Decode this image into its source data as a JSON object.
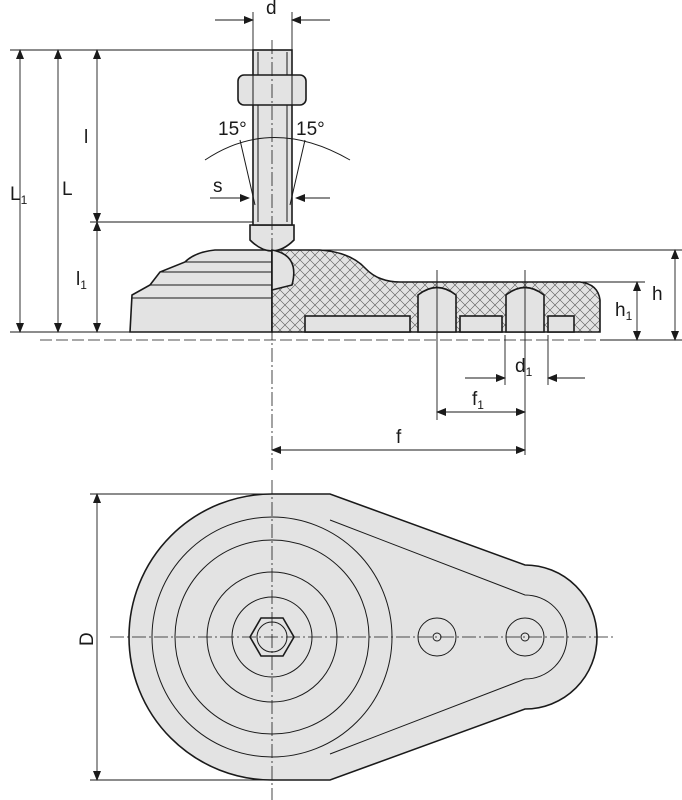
{
  "labels": {
    "d": "d",
    "l": "l",
    "L": "L",
    "L1": "L",
    "L1_sub": "1",
    "l1": "l",
    "l1_sub": "1",
    "s": "s",
    "angle_left": "15°",
    "angle_right": "15°",
    "h": "h",
    "h1": "h",
    "h1_sub": "1",
    "d1": "d",
    "d1_sub": "1",
    "f1": "f",
    "f1_sub": "1",
    "f": "f",
    "D": "D"
  },
  "colors": {
    "part_fill": "#e3e3e3",
    "line": "#1a1a1a"
  }
}
